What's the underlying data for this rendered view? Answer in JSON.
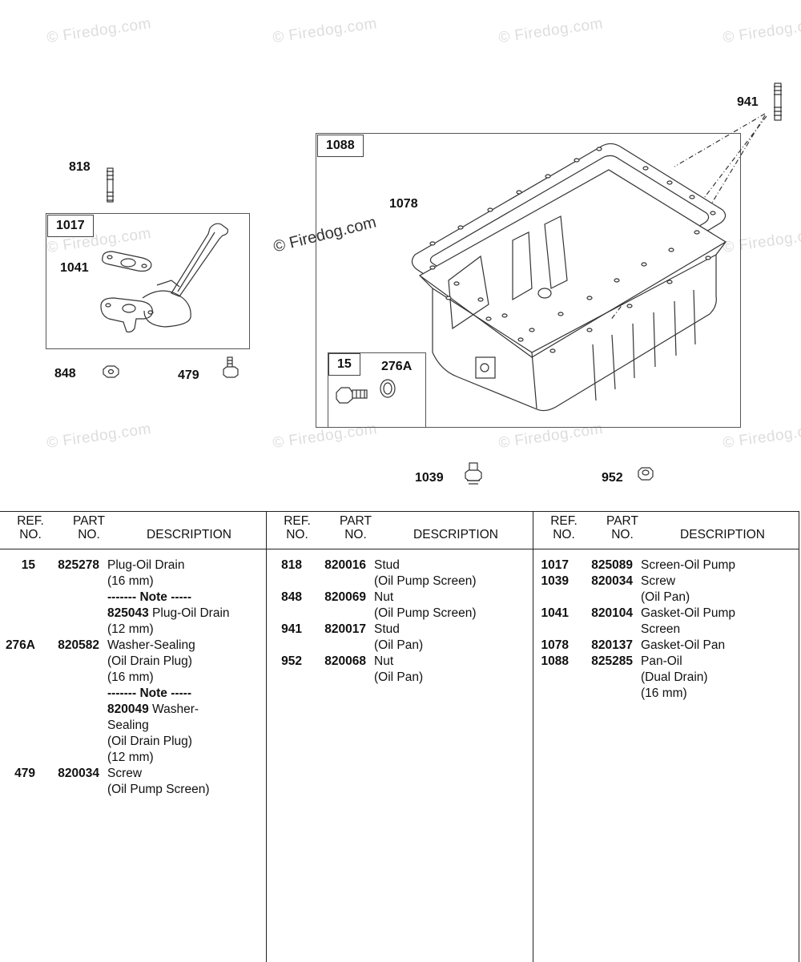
{
  "watermark": "© Firedog.com",
  "callouts": {
    "c818": "818",
    "c1017": "1017",
    "c1041": "1041",
    "c848": "848",
    "c479": "479",
    "c1088": "1088",
    "c1078": "1078",
    "c941": "941",
    "c15": "15",
    "c276A": "276A",
    "c1039": "1039",
    "c952": "952"
  },
  "headers": {
    "ref": [
      "REF.",
      "NO."
    ],
    "part": [
      "PART",
      "NO."
    ],
    "desc": "DESCRIPTION"
  },
  "columns": [
    [
      {
        "ref": "15",
        "part": "825278",
        "lines": [
          "Plug-Oil Drain",
          "(16 mm)"
        ]
      },
      {
        "ref": "",
        "part": "",
        "note": "------- Note -----"
      },
      {
        "ref": "",
        "part": "",
        "inline_part": "825043",
        "lines": [
          "Plug-Oil Drain",
          "(12 mm)"
        ]
      },
      {
        "ref": "276A",
        "part": "820582",
        "lines": [
          "Washer-Sealing",
          "(Oil Drain Plug)",
          "(16 mm)"
        ]
      },
      {
        "ref": "",
        "part": "",
        "note": "------- Note -----"
      },
      {
        "ref": "",
        "part": "",
        "inline_part": "820049",
        "lines": [
          "Washer-",
          "Sealing",
          "(Oil Drain Plug)",
          "(12 mm)"
        ]
      },
      {
        "ref": "479",
        "part": "820034",
        "lines": [
          "Screw",
          "(Oil Pump Screen)"
        ]
      }
    ],
    [
      {
        "ref": "818",
        "part": "820016",
        "lines": [
          "Stud",
          "(Oil Pump Screen)"
        ]
      },
      {
        "ref": "848",
        "part": "820069",
        "lines": [
          "Nut",
          "(Oil Pump Screen)"
        ]
      },
      {
        "ref": "941",
        "part": "820017",
        "lines": [
          "Stud",
          "(Oil Pan)"
        ]
      },
      {
        "ref": "952",
        "part": "820068",
        "lines": [
          "Nut",
          "(Oil Pan)"
        ]
      }
    ],
    [
      {
        "ref": "1017",
        "part": "825089",
        "lines": [
          "Screen-Oil Pump"
        ]
      },
      {
        "ref": "1039",
        "part": "820034",
        "lines": [
          "Screw",
          "(Oil Pan)"
        ]
      },
      {
        "ref": "1041",
        "part": "820104",
        "lines": [
          "Gasket-Oil Pump",
          "Screen"
        ]
      },
      {
        "ref": "1078",
        "part": "820137",
        "lines": [
          "Gasket-Oil Pan"
        ]
      },
      {
        "ref": "1088",
        "part": "825285",
        "lines": [
          "Pan-Oil",
          "(Dual Drain)",
          "(16 mm)"
        ]
      }
    ]
  ]
}
